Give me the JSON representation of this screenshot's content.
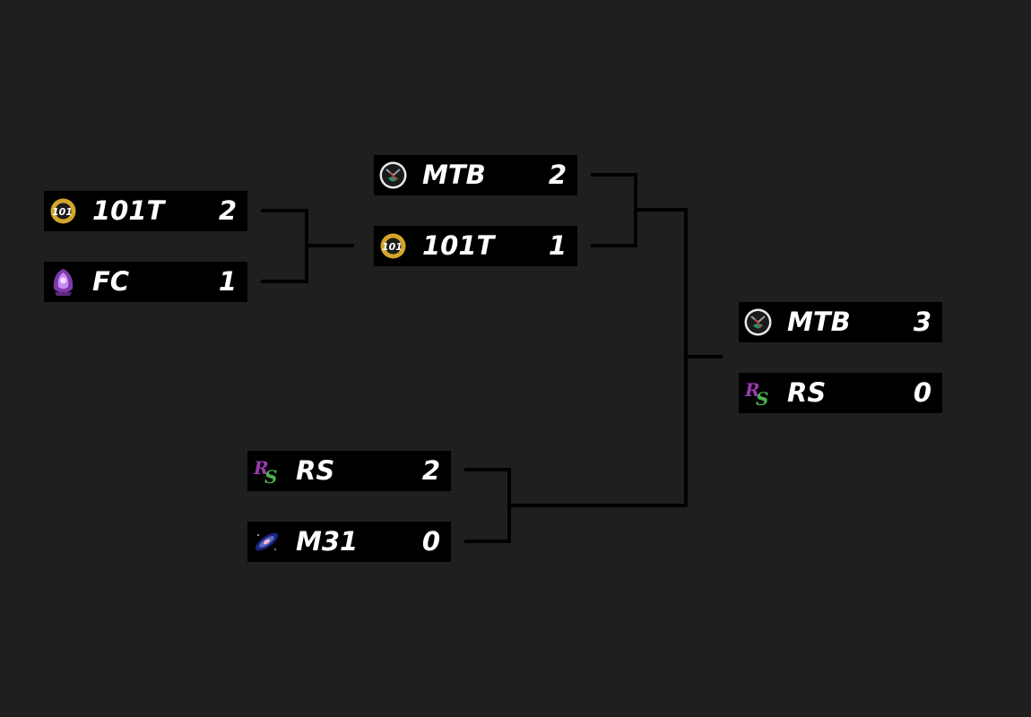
{
  "bracket": {
    "round1": {
      "match_a": {
        "team1": {
          "name": "101T",
          "score": "2",
          "logo": "101t-logo"
        },
        "team2": {
          "name": "FC",
          "score": "1",
          "logo": "fc-logo"
        }
      },
      "match_b": {
        "team1": {
          "name": "RS",
          "score": "2",
          "logo": "rs-logo"
        },
        "team2": {
          "name": "M31",
          "score": "0",
          "logo": "m31-logo"
        }
      }
    },
    "round2": {
      "match": {
        "team1": {
          "name": "MTB",
          "score": "2",
          "logo": "mtb-logo"
        },
        "team2": {
          "name": "101T",
          "score": "1",
          "logo": "101t-logo"
        }
      }
    },
    "final": {
      "match": {
        "team1": {
          "name": "MTB",
          "score": "3",
          "logo": "mtb-logo"
        },
        "team2": {
          "name": "RS",
          "score": "0",
          "logo": "rs-logo"
        }
      }
    }
  },
  "colors": {
    "background": "#1f1f1f",
    "card": "#000000",
    "text": "#ffffff",
    "logo_101t": "#d4a52a",
    "logo_rs_r": "#9b3bb0",
    "logo_rs_s": "#4caf50",
    "logo_fc": "#a35bd6",
    "logo_mtb": "#2a8c6a"
  }
}
